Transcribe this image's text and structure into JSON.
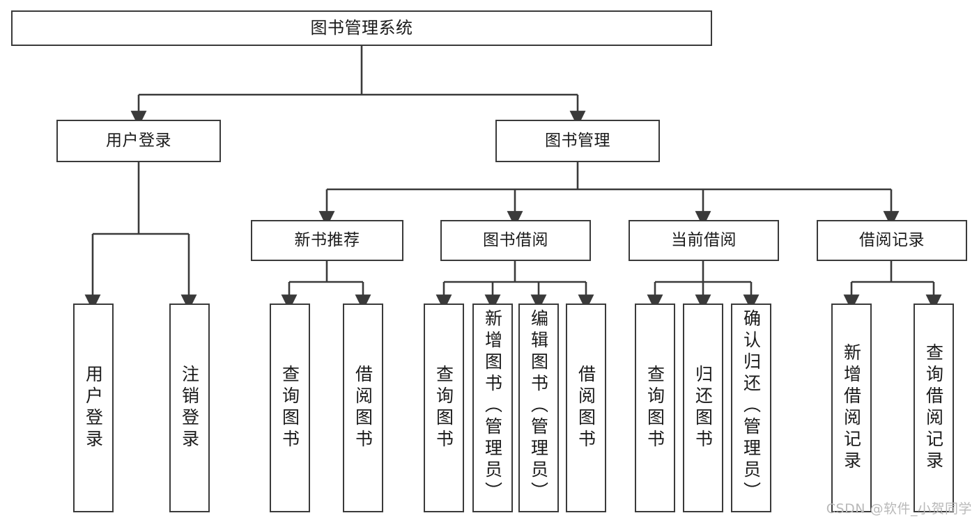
{
  "diagram": {
    "title": "图书管理系统",
    "type": "tree-hierarchy-diagram",
    "colors": {
      "background": "#ffffff",
      "node_fill": "#ffffff",
      "node_stroke": "#3a3a3a",
      "edge": "#3a3a3a",
      "text": "#1a1a1a",
      "watermark": "#b9b9b9"
    },
    "root": {
      "label": "图书管理系统"
    },
    "level2": [
      {
        "label": "用户登录"
      },
      {
        "label": "图书管理"
      }
    ],
    "level3": [
      {
        "label": "新书推荐"
      },
      {
        "label": "图书借阅"
      },
      {
        "label": "当前借阅"
      },
      {
        "label": "借阅记录"
      }
    ],
    "leaves": {
      "user_login": [
        {
          "label": "用户登录"
        },
        {
          "label": "注销登录"
        }
      ],
      "new_book_recommend": [
        {
          "label": "查询图书"
        },
        {
          "label": "借阅图书"
        }
      ],
      "book_borrow": [
        {
          "label": "查询图书"
        },
        {
          "label": "新增图书（管理员）"
        },
        {
          "label": "编辑图书（管理员）"
        },
        {
          "label": "借阅图书"
        }
      ],
      "current_borrow": [
        {
          "label": "查询图书"
        },
        {
          "label": "归还图书"
        },
        {
          "label": "确认归还（管理员）"
        }
      ],
      "borrow_record": [
        {
          "label": "新增借阅记录"
        },
        {
          "label": "查询借阅记录"
        }
      ]
    }
  },
  "watermark": {
    "text": "CSDN @软件_小贺同学"
  }
}
